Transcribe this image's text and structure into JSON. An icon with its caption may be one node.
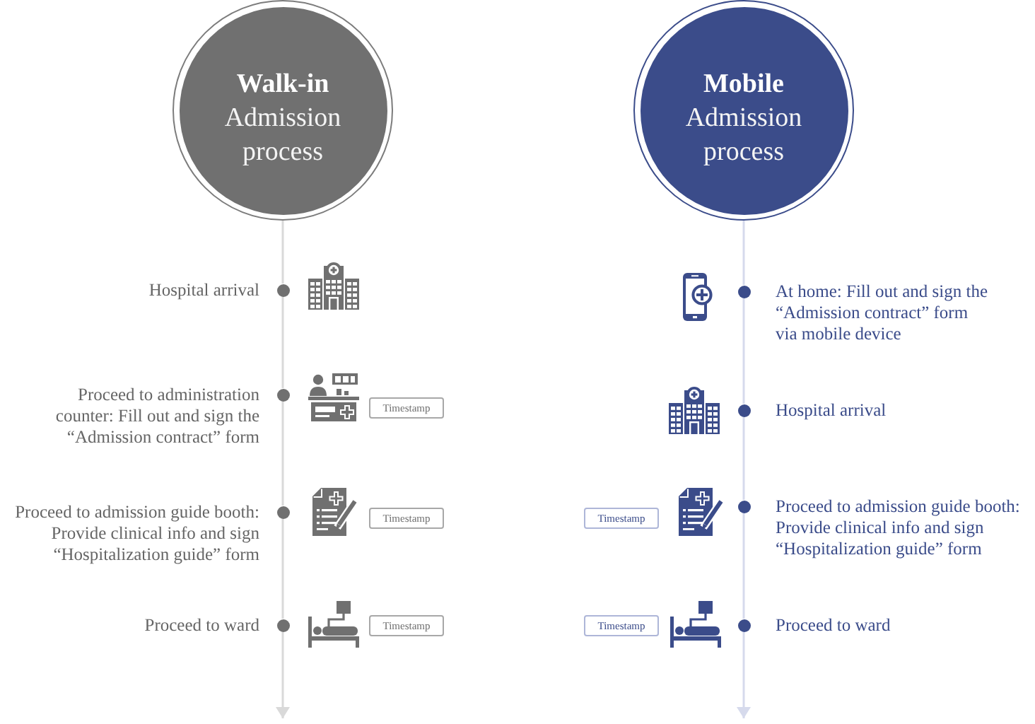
{
  "diagram": {
    "nodes": [
      {
        "text": [
          "Walk-in",
          "Admission process"
        ]
      },
      {
        "text": [],
        "shape": "circle",
        "beside": [
          "Hospital arrival"
        ]
      },
      {
        "text": [],
        "shape": "circle",
        "beside": [
          "Proceed to administration counter: Fill out and sign the “Admission contract” form"
        ]
      },
      {
        "text": [
          "Timestamp"
        ]
      },
      {
        "text": [],
        "shape": "circle",
        "beside": [
          "Proceed to admission guide booth: Provide clinical info and sign “Hospitalization guide” form"
        ]
      },
      {
        "text": [
          "Timestamp"
        ]
      },
      {
        "text": [],
        "shape": "circle",
        "beside": [
          "Proceed to ward"
        ]
      },
      {
        "text": [
          "Timestamp"
        ]
      },
      {
        "text": [
          "Mobile",
          "Admission process"
        ]
      },
      {
        "text": [],
        "shape": "circle",
        "beside": [
          "At home: Fill out and sign the “Admission contract” form via mobile device"
        ]
      },
      {
        "text": [],
        "shape": "circle",
        "beside": [
          "Hospital arrival"
        ]
      },
      {
        "text": [
          "Timestamp"
        ]
      },
      {
        "text": [],
        "shape": "circle",
        "beside": [
          "Proceed to admission guide booth: Provide clinical info and sign “Hospitalization guide” form"
        ]
      },
      {
        "text": [
          "Timestamp"
        ]
      },
      {
        "text": [],
        "shape": "circle",
        "beside": [
          "Proceed to ward"
        ]
      }
    ],
    "edges": [
      {
        "from": 0,
        "to": 1,
        "arrow": "none",
        "color": "#d9d9d9"
      },
      {
        "from": 1,
        "to": 2,
        "arrow": "none",
        "color": "#d9d9d9"
      },
      {
        "from": 2,
        "to": 4,
        "arrow": "none",
        "color": "#d9d9d9"
      },
      {
        "from": 4,
        "to": 6,
        "arrow": "none",
        "color": "#d9d9d9"
      },
      {
        "from": 6,
        "to": null,
        "arrow": "to",
        "color": "#d9d9d9"
      },
      {
        "from": 8,
        "to": 9,
        "arrow": "none",
        "color": "#d6daec"
      },
      {
        "from": 9,
        "to": 10,
        "arrow": "none",
        "color": "#d6daec"
      },
      {
        "from": 10,
        "to": 12,
        "arrow": "none",
        "color": "#d6daec"
      },
      {
        "from": 12,
        "to": 14,
        "arrow": "none",
        "color": "#d6daec"
      },
      {
        "from": 14,
        "to": null,
        "arrow": "to",
        "color": "#d6daec"
      }
    ]
  }
}
